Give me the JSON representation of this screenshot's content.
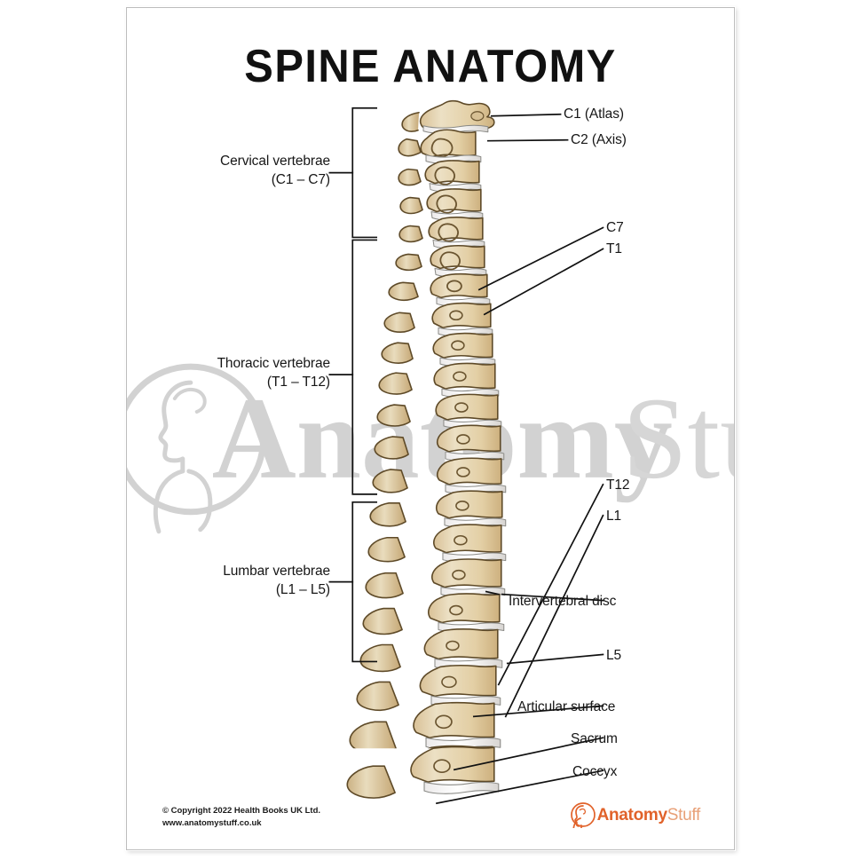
{
  "poster": {
    "title": "SPINE ANATOMY",
    "background_color": "#ffffff",
    "border_color": "#bdbdbd"
  },
  "watermark": {
    "text_bold": "Anatomy",
    "text_light": "Stuff",
    "color": "#b8b8b8",
    "logo_name": "anatomystuff-head-logo"
  },
  "region_labels": [
    {
      "line1": "Cervical vertebrae",
      "line2": "(C1 – C7)"
    },
    {
      "line1": "Thoracic vertebrae",
      "line2": "(T1 – T12)"
    },
    {
      "line1": "Lumbar vertebrae",
      "line2": "(L1 – L5)"
    }
  ],
  "part_labels": [
    {
      "text": "C1 (Atlas)"
    },
    {
      "text": "C2 (Axis)"
    },
    {
      "text": "C7"
    },
    {
      "text": "T1"
    },
    {
      "text": "T12"
    },
    {
      "text": "L1"
    },
    {
      "text": "Intervertebral disc"
    },
    {
      "text": "L5"
    },
    {
      "text": "Articular surface"
    },
    {
      "text": "Sacrum"
    },
    {
      "text": "Coccyx"
    }
  ],
  "footer": {
    "copyright": "© Copyright 2022 Health Books UK Ltd.",
    "website": "www.anatomystuff.co.uk"
  },
  "brand": {
    "name_bold": "Anatomy",
    "name_light": "Stuff",
    "color_bold": "#e1622a",
    "color_light": "#e8a077"
  },
  "illustration": {
    "name": "lateral-spine-illustration",
    "bone_fill": "#e8d5ae",
    "bone_shade": "#c9ab77",
    "bone_outline": "#6b5530",
    "disc_fill": "#fbfbfb"
  }
}
